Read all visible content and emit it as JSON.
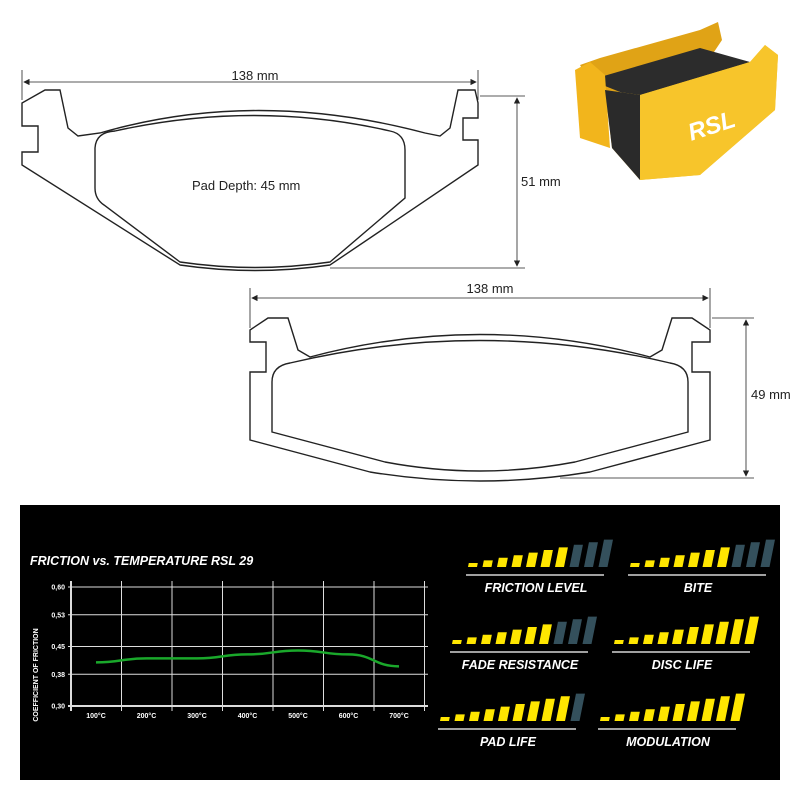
{
  "top_pad": {
    "width_label": "138 mm",
    "height_label": "51 mm",
    "depth_label": "Pad Depth: 45 mm"
  },
  "bottom_pad": {
    "width_label": "138 mm",
    "height_label": "49 mm"
  },
  "product_image": {
    "logo": "RSL",
    "color": "#f2b51c"
  },
  "chart_data": {
    "type": "line",
    "title": "FRICTION vs. TEMPERATURE RSL 29",
    "xlabel": "",
    "ylabel": "COEFFICIENT OF FRICTION",
    "categories": [
      "100°C",
      "200°C",
      "300°C",
      "400°C",
      "500°C",
      "600°C",
      "700°C"
    ],
    "y_ticks": [
      "0,60",
      "0,53",
      "0,45",
      "0,38",
      "0,30"
    ],
    "y_tick_values": [
      0.6,
      0.53,
      0.45,
      0.38,
      0.3
    ],
    "ylim": [
      0.3,
      0.6
    ],
    "grid": true,
    "series": [
      {
        "name": "RSL 29",
        "color": "#1aa82b",
        "values": [
          0.41,
          0.42,
          0.42,
          0.43,
          0.44,
          0.43,
          0.4
        ]
      }
    ]
  },
  "ratings": {
    "max": 10,
    "active_color": "#ffe600",
    "inactive_color": "#34505c",
    "items": [
      {
        "label": "FRICTION LEVEL",
        "value": 7
      },
      {
        "label": "BITE",
        "value": 7
      },
      {
        "label": "FADE RESISTANCE",
        "value": 7
      },
      {
        "label": "DISC LIFE",
        "value": 10
      },
      {
        "label": "PAD LIFE",
        "value": 9
      },
      {
        "label": "MODULATION",
        "value": 10
      }
    ]
  }
}
